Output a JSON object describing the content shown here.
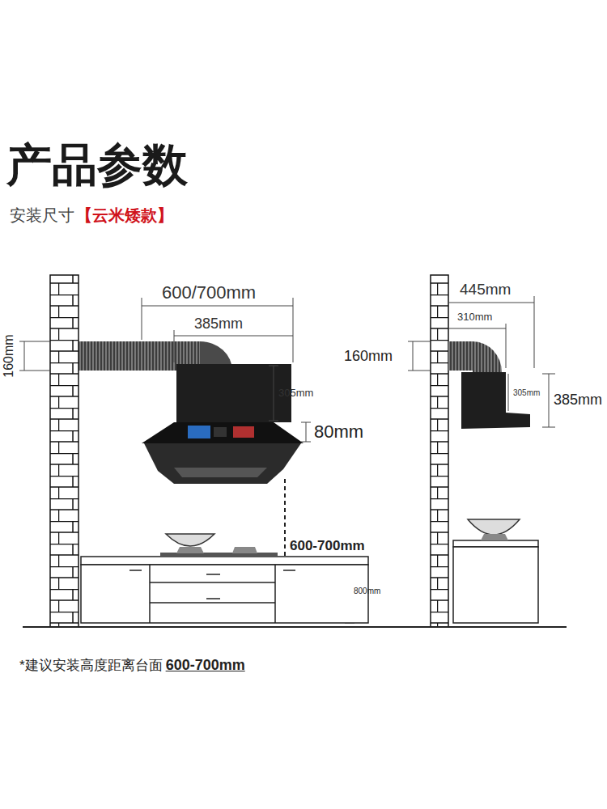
{
  "diagram": {
    "title": "产品参数",
    "labels": [
      "安装尺寸",
      "【云米矮款】",
      "160mm",
      "600/700mm",
      "445mm",
      "385mm",
      "310mm",
      "160mm",
      "305mm",
      "305mm",
      "385mm",
      "80mm",
      "600-700mm",
      "800mm",
      "*建议安装高度距离台面",
      "600-700mm"
    ]
  }
}
